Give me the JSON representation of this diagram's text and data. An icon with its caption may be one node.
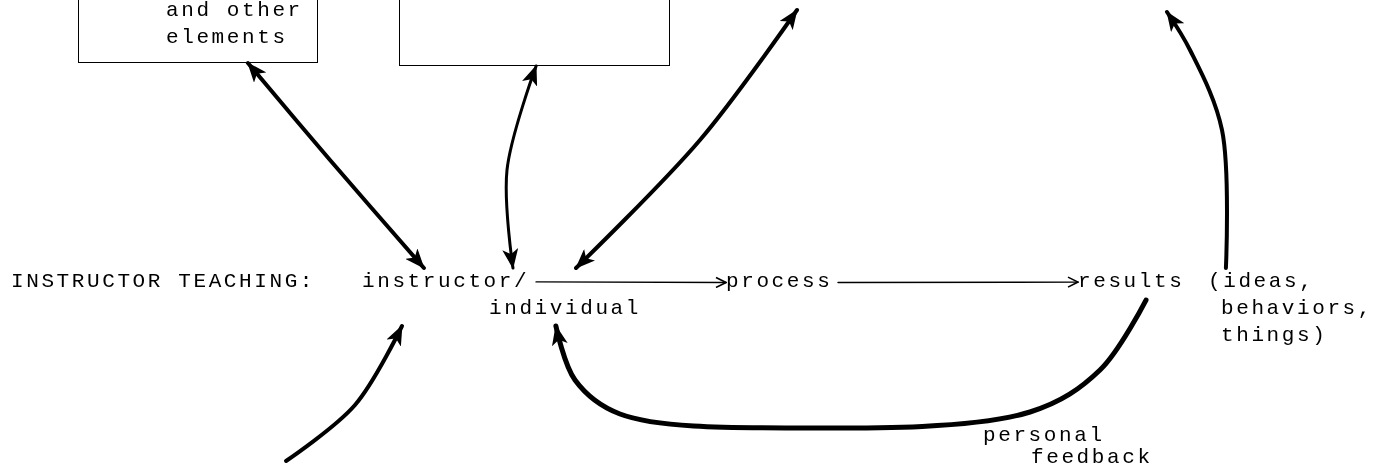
{
  "diagram": {
    "nodes": [
      {
        "text": [
          "and other elements"
        ]
      },
      {
        "text": [],
        "shape": "box"
      },
      {
        "text": [
          "instructor/ individual"
        ]
      },
      {
        "text": [
          "process"
        ]
      },
      {
        "text": [
          "results",
          "(ideas, behaviors, things)"
        ]
      }
    ],
    "edges": [
      {
        "from": 0,
        "to": 2,
        "arrow": "both"
      },
      {
        "from": 1,
        "to": 2,
        "arrow": "both"
      },
      {
        "from": null,
        "to": 2,
        "arrow": "both"
      },
      {
        "from": null,
        "to": 2,
        "arrow": "to"
      },
      {
        "from": 2,
        "to": 3,
        "arrow": "to"
      },
      {
        "from": 3,
        "to": 4,
        "arrow": "to"
      },
      {
        "from": 4,
        "to": 2,
        "arrow": "to",
        "label": "personal feedback"
      },
      {
        "from": 4,
        "to": null,
        "arrow": "to"
      }
    ],
    "labels": [
      "INSTRUCTOR TEACHING:"
    ]
  }
}
